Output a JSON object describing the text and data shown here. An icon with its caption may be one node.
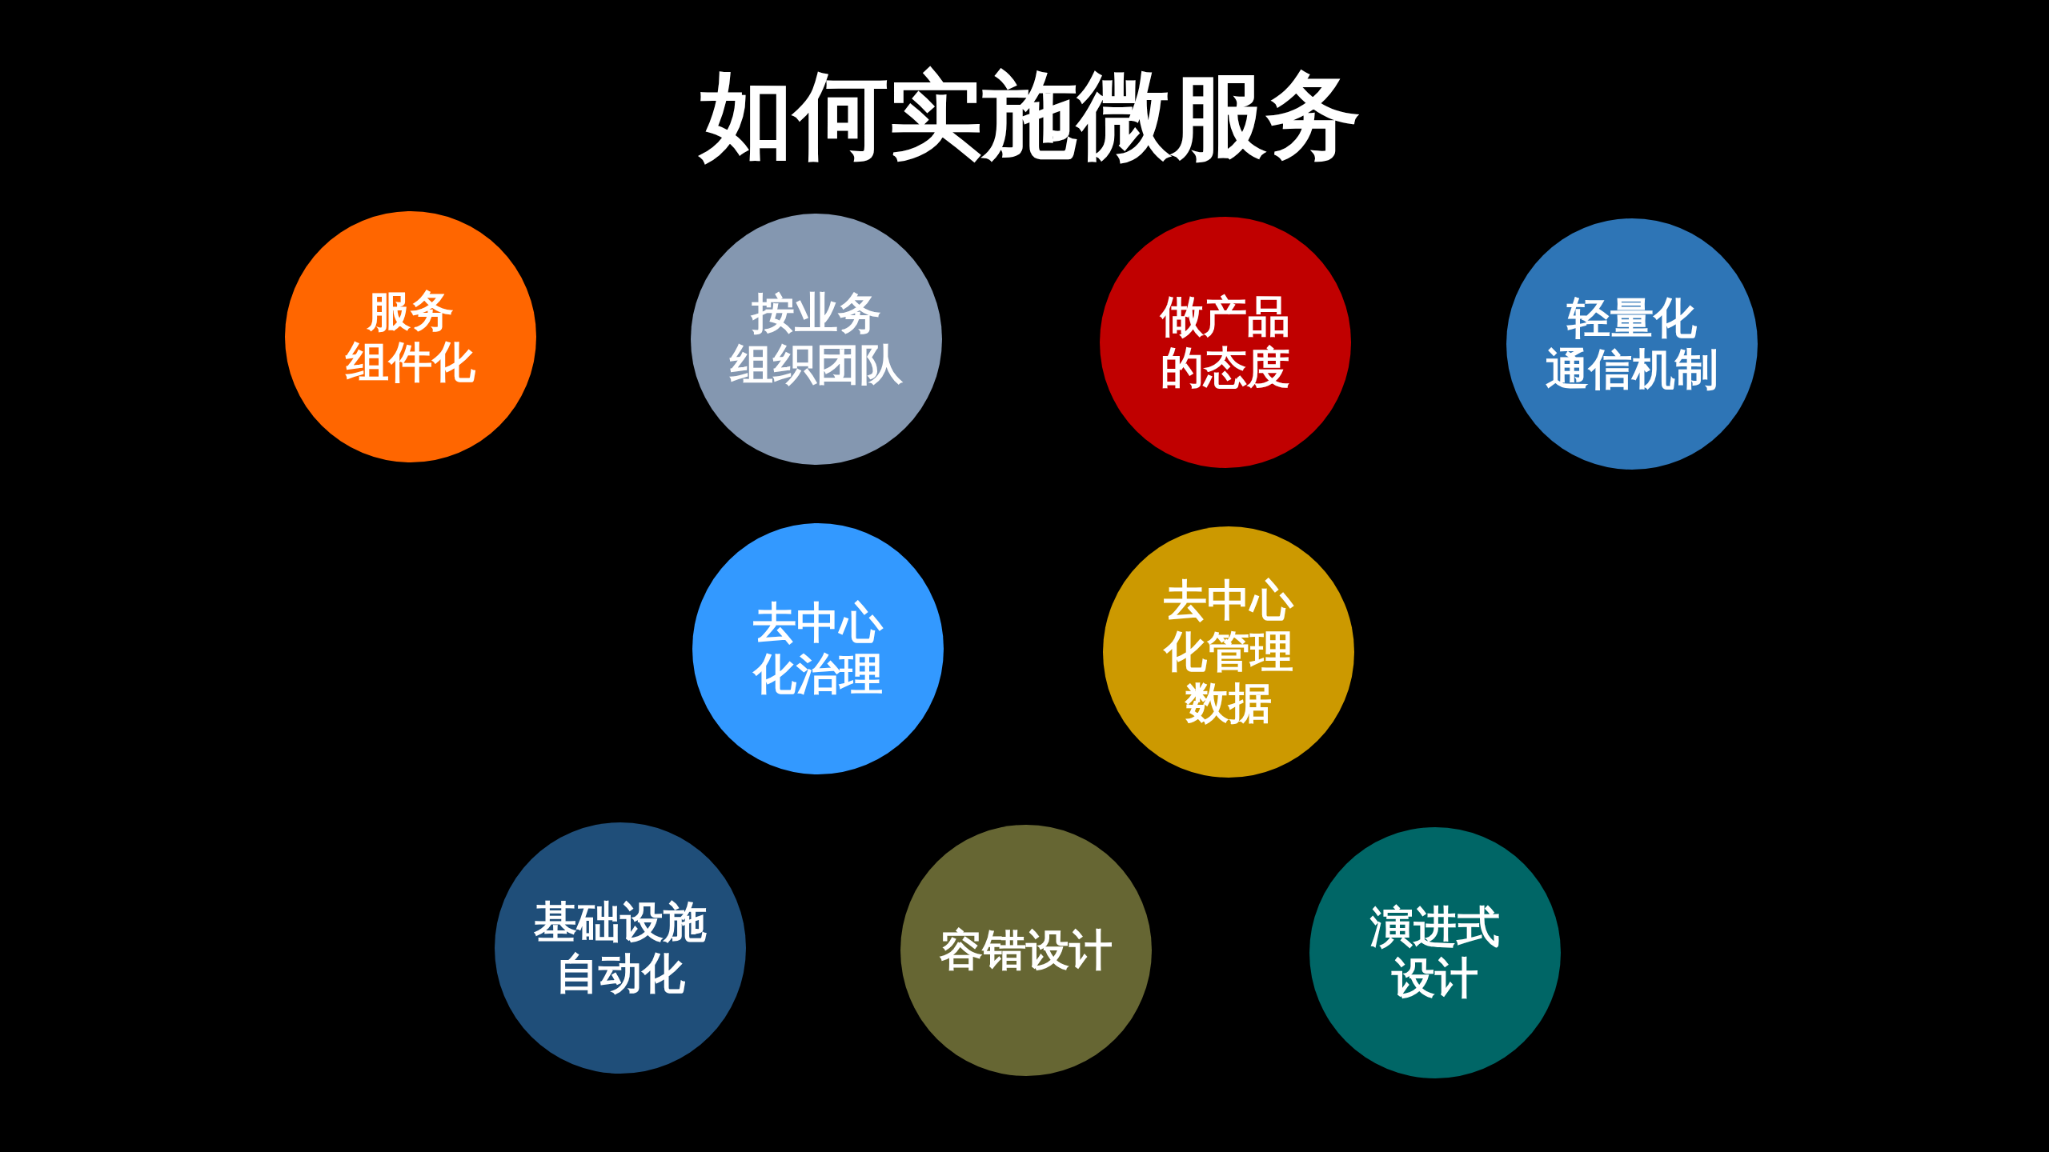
{
  "diagram": {
    "title": "如何实施微服务",
    "nodes": [
      {
        "text": [
          "服务组件化"
        ]
      },
      {
        "text": [
          "按业务组织团队"
        ]
      },
      {
        "text": [
          "做产品的态度"
        ]
      },
      {
        "text": [
          "轻量化通信机制"
        ]
      },
      {
        "text": [
          "去中心化治理"
        ]
      },
      {
        "text": [
          "去中心化管理数据"
        ]
      },
      {
        "text": [
          "基础设施自动化"
        ]
      },
      {
        "text": [
          "容错设计"
        ]
      },
      {
        "text": [
          "演进式设计"
        ]
      }
    ]
  }
}
